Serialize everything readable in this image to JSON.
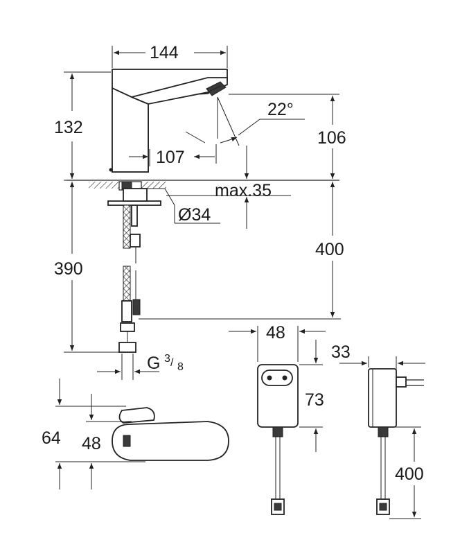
{
  "dimensions": {
    "spout_width": "144",
    "body_height": "132",
    "spout_angle": "22°",
    "outlet_height": "106",
    "reach": "107",
    "max_thickness": "max.35",
    "hole_diameter": "Ø34",
    "hose_length": "390",
    "cable_length": "400",
    "thread_prefix": "G",
    "thread_num": "3",
    "thread_den": "8",
    "box_width": "48",
    "box_height": "73",
    "adapter_depth": "33",
    "adapter_cable": "400",
    "lever_height_total": "64",
    "lever_height": "48"
  },
  "colors": {
    "line": "#222222",
    "fill_dark": "#3a3a3a",
    "background": "#ffffff"
  }
}
